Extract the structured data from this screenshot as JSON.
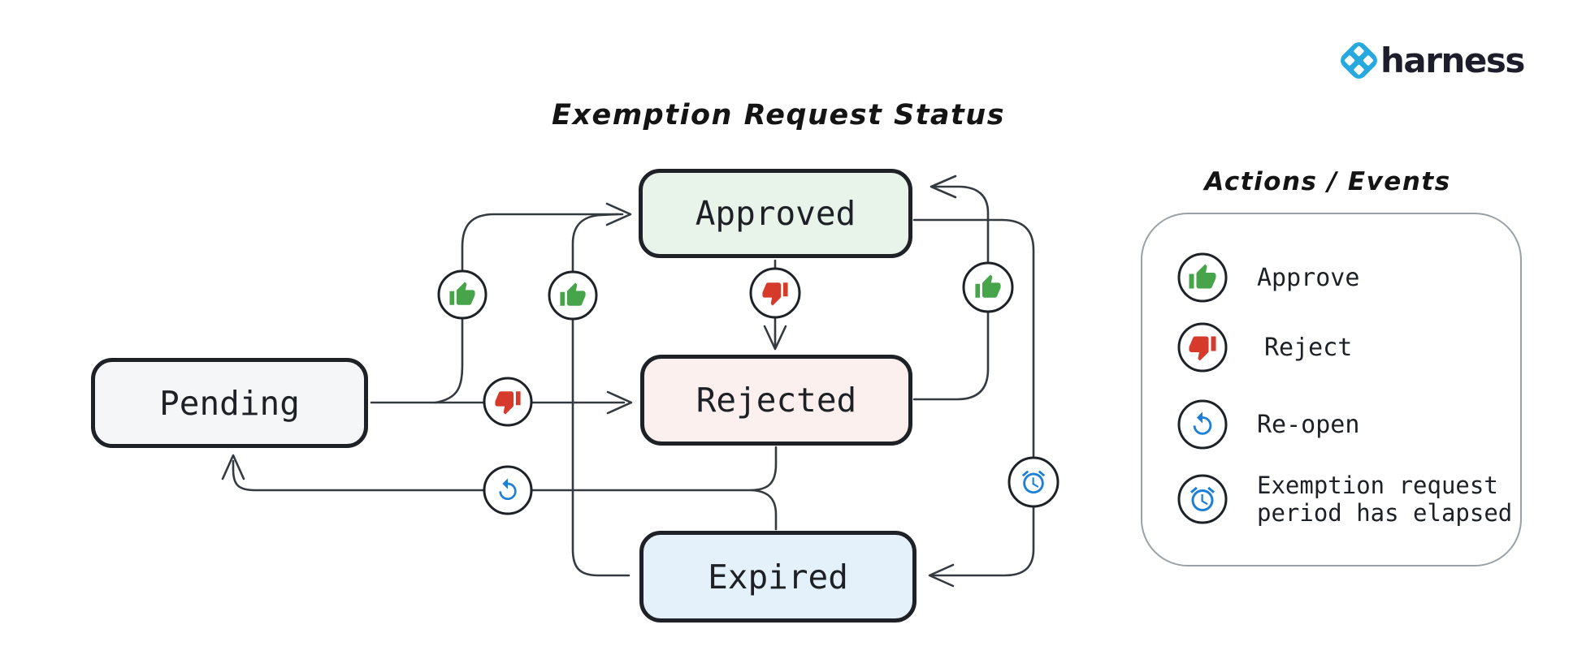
{
  "brand": {
    "name": "harness",
    "mark_color": "#27a9e0"
  },
  "diagram": {
    "title": "Exemption Request Status",
    "nodes": [
      {
        "id": "pending",
        "label": "Pending",
        "fill": "#f4f6f8"
      },
      {
        "id": "approved",
        "label": "Approved",
        "fill": "#e8f3ea"
      },
      {
        "id": "rejected",
        "label": "Rejected",
        "fill": "#fcf0ee"
      },
      {
        "id": "expired",
        "label": "Expired",
        "fill": "#e4f0fa"
      }
    ],
    "edges": [
      {
        "from": "Pending",
        "to": "Approved",
        "action": "Approve"
      },
      {
        "from": "Pending",
        "to": "Rejected",
        "action": "Reject"
      },
      {
        "from": "Approved",
        "to": "Rejected",
        "action": "Reject"
      },
      {
        "from": "Rejected",
        "to": "Approved",
        "action": "Approve"
      },
      {
        "from": "Expired",
        "to": "Approved",
        "action": "Approve"
      },
      {
        "from": "Approved",
        "to": "Expired",
        "action": "Exemption request period has elapsed"
      },
      {
        "from": "Rejected",
        "to": "Pending",
        "action": "Re-open"
      },
      {
        "from": "Expired",
        "to": "Pending",
        "action": "Re-open"
      }
    ]
  },
  "legend": {
    "title": "Actions / Events",
    "items": [
      {
        "icon": "thumbs-up-icon",
        "label": "Approve",
        "color": "#47a44b"
      },
      {
        "icon": "thumbs-down-icon",
        "label": "Reject",
        "color": "#d63a2b"
      },
      {
        "icon": "reopen-icon",
        "label": "Re-open",
        "color": "#1e7fd6"
      },
      {
        "icon": "alarm-clock-icon",
        "label": "Exemption request period has elapsed",
        "color": "#1e7fd6"
      }
    ]
  },
  "colors": {
    "node_border": "#1e2227",
    "connector": "#343a40",
    "approve_green": "#47a44b",
    "reject_red": "#d63a2b",
    "action_blue": "#1e7fd6",
    "harness_blue": "#27a9e0",
    "legend_border": "#9aa0a6"
  }
}
